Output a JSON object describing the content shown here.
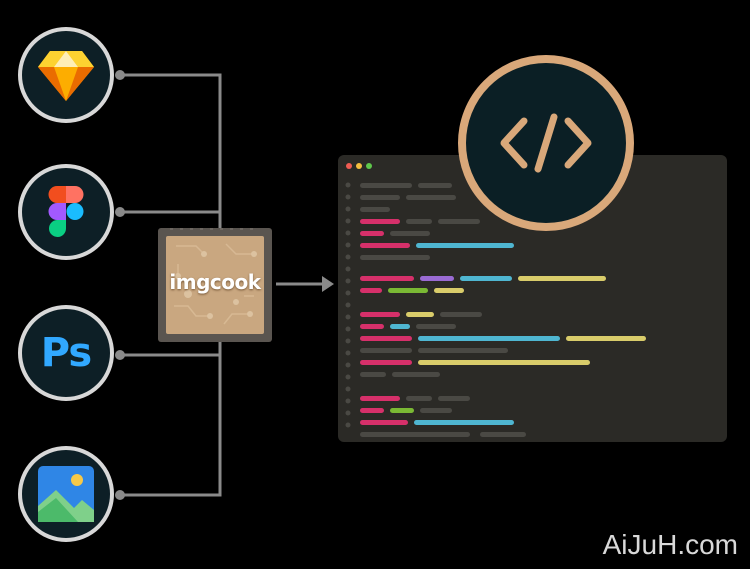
{
  "diagram": {
    "chip_label": "imgcook",
    "watermark": "AiJuH.com",
    "sources": [
      {
        "name": "sketch",
        "icon": "sketch-icon"
      },
      {
        "name": "figma",
        "icon": "figma-icon"
      },
      {
        "name": "photoshop",
        "icon": "photoshop-icon",
        "label": "Ps"
      },
      {
        "name": "image",
        "icon": "image-icon"
      }
    ],
    "output_icon": "code-brackets-icon"
  },
  "colors": {
    "background": "#000000",
    "wire": "#8a8a8a",
    "circle_border": "#d8d8d8",
    "chip_frame": "#5a5550",
    "chip_core": "#c9a780",
    "editor_bg": "#2b2a26",
    "badge_ring": "#d9a87a",
    "code_pink": "#d6306a",
    "code_blue": "#4fb6d1",
    "code_yellow": "#d9cc6a",
    "code_green": "#7ab934",
    "code_purple": "#9a6bd3",
    "code_gray": "#4a4944"
  }
}
